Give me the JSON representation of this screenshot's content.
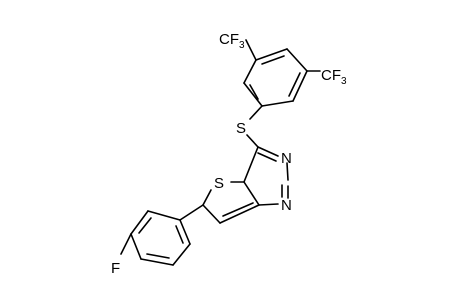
{
  "molecule": {
    "atoms": {
      "cf3_top": {
        "main": "CF",
        "sub": "3"
      },
      "cf3_right": {
        "main": "CF",
        "sub": "3"
      },
      "sulfur_thioether": "S",
      "sulfur_thiophene": "S",
      "nitrogen_upper": "N",
      "nitrogen_lower": "N",
      "fluorine": "F"
    }
  }
}
